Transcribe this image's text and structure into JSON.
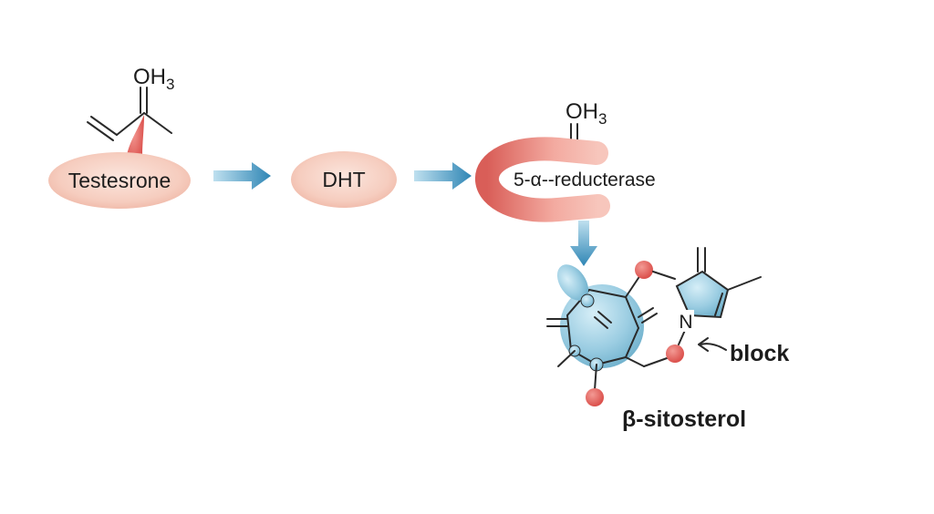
{
  "pathway": {
    "step1_label": "Testesrone",
    "step2_label": "DHT",
    "enzyme_label": "5-α--reducterase",
    "formula_left": "OH",
    "formula_left_sub": "3",
    "formula_right": "OH",
    "formula_right_sub": "3"
  },
  "inhibitor": {
    "name": "β-sitosterol",
    "action_label": "block",
    "atom_label": "N"
  },
  "colors": {
    "node_fill": "#f7d2c5",
    "enzyme_red": "#e0716a",
    "arrow_blue": "#3d93bf",
    "molecule_blue": "#9fd0e3",
    "atom_red": "#e05a55"
  }
}
